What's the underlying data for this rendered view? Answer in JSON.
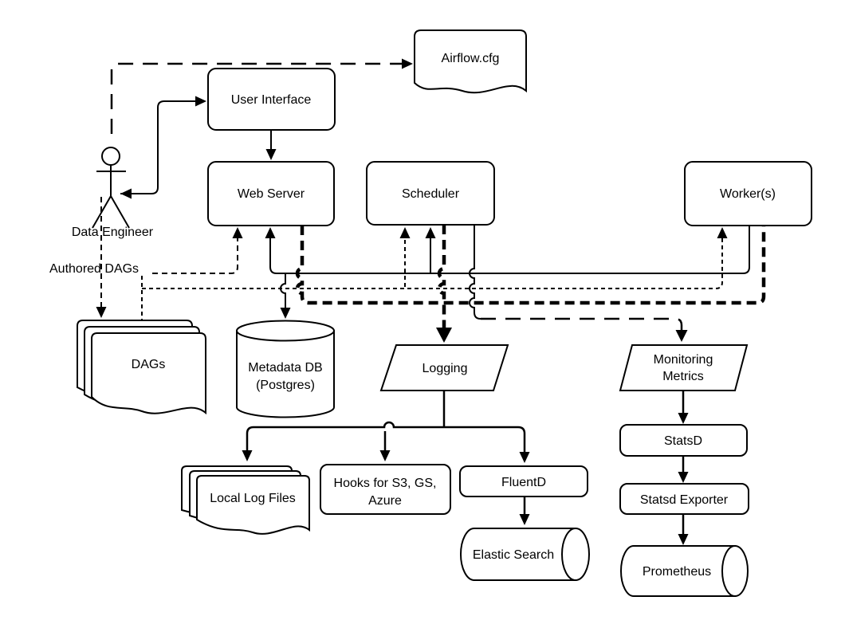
{
  "diagram": {
    "title": "Airflow architecture diagram",
    "background": "#ffffff",
    "stroke_color": "#000000",
    "nodes": {
      "airflow_cfg": {
        "label": "Airflow.cfg",
        "shape": "document"
      },
      "user_interface": {
        "label": "User Interface",
        "shape": "rounded-rect"
      },
      "web_server": {
        "label": "Web Server",
        "shape": "rounded-rect"
      },
      "scheduler": {
        "label": "Scheduler",
        "shape": "rounded-rect"
      },
      "workers": {
        "label": "Worker(s)",
        "shape": "rounded-rect"
      },
      "data_engineer": {
        "label": "Data Engineer",
        "shape": "actor"
      },
      "dags": {
        "label": "DAGs",
        "shape": "document-stack"
      },
      "metadata_db": {
        "line1": "Metadata DB",
        "line2": "(Postgres)",
        "shape": "cylinder"
      },
      "logging": {
        "label": "Logging",
        "shape": "parallelogram"
      },
      "monitoring_metrics": {
        "line1": "Monitoring",
        "line2": "Metrics",
        "shape": "parallelogram"
      },
      "local_log_files": {
        "label": "Local Log Files",
        "shape": "document-stack"
      },
      "hooks": {
        "line1": "Hooks for  S3, GS,",
        "line2": "Azure",
        "shape": "rounded-rect"
      },
      "fluentd": {
        "label": "FluentD",
        "shape": "rounded-rect"
      },
      "elastic_search": {
        "label": "Elastic Search",
        "shape": "horizontal-cylinder"
      },
      "statsd": {
        "label": "StatsD",
        "shape": "rounded-rect"
      },
      "statsd_exporter": {
        "label": "Statsd Exporter",
        "shape": "rounded-rect"
      },
      "prometheus": {
        "label": "Prometheus",
        "shape": "horizontal-cylinder"
      }
    },
    "edge_labels": {
      "authored_dags": "Authored DAGs"
    },
    "edges": [
      {
        "from": "data_engineer",
        "to": "airflow_cfg",
        "style": "long-dashed",
        "arrow": "to"
      },
      {
        "from": "data_engineer",
        "to": "user_interface",
        "style": "solid",
        "arrow": "both"
      },
      {
        "from": "user_interface",
        "to": "web_server",
        "style": "solid",
        "arrow": "to"
      },
      {
        "from": "data_engineer",
        "to": "web_server",
        "style": "dashed",
        "arrow": "to",
        "label": "Authored DAGs"
      },
      {
        "from": "data_engineer",
        "to": "dags",
        "style": "dashed",
        "arrow": "to"
      },
      {
        "from": "dags",
        "to": "scheduler",
        "style": "dotted",
        "arrow": "to"
      },
      {
        "from": "dags",
        "to": "workers",
        "style": "dotted",
        "arrow": "to"
      },
      {
        "from": "workers",
        "to": "web_server",
        "style": "solid",
        "arrow": "to"
      },
      {
        "from": "workers",
        "to": "scheduler",
        "style": "solid",
        "arrow": "to"
      },
      {
        "from": "web_server",
        "to": "metadata_db",
        "style": "solid",
        "arrow": "to"
      },
      {
        "from": "web_server",
        "to": "workers",
        "style": "bold-dashed",
        "arrow": "none"
      },
      {
        "from": "scheduler",
        "to": "logging",
        "style": "bold-dashed",
        "arrow": "to"
      },
      {
        "from": "scheduler",
        "to": "monitoring_metrics",
        "style": "long-dashed",
        "arrow": "to"
      },
      {
        "from": "logging",
        "to": "local_log_files",
        "style": "solid",
        "arrow": "to"
      },
      {
        "from": "logging",
        "to": "hooks",
        "style": "solid",
        "arrow": "to"
      },
      {
        "from": "logging",
        "to": "fluentd",
        "style": "solid",
        "arrow": "to"
      },
      {
        "from": "fluentd",
        "to": "elastic_search",
        "style": "solid",
        "arrow": "to"
      },
      {
        "from": "monitoring_metrics",
        "to": "statsd",
        "style": "solid",
        "arrow": "to"
      },
      {
        "from": "statsd",
        "to": "statsd_exporter",
        "style": "solid",
        "arrow": "to"
      },
      {
        "from": "statsd_exporter",
        "to": "prometheus",
        "style": "solid",
        "arrow": "to"
      }
    ]
  }
}
